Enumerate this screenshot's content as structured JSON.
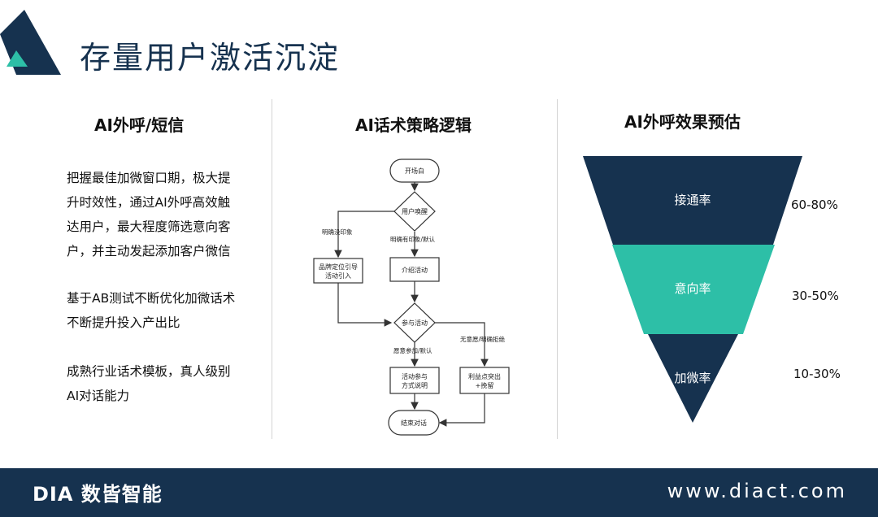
{
  "page_title": "存量用户激活沉淀",
  "left": {
    "title": "AI外呼/短信",
    "paragraphs": [
      [
        "把握最佳加微窗口期，极大提",
        "升时效性，通过AI外呼高效触",
        "达用户，最大程度筛选意向客",
        "户，并主动发起添加客户微信"
      ],
      [
        "基于AB测试不断优化加微话术",
        "不断提升投入产出比"
      ],
      [
        "成熟行业话术模板，真人级别",
        "AI对话能力"
      ]
    ]
  },
  "middle": {
    "title": "AI话术策略逻辑",
    "flowchart": {
      "start": "开场白",
      "decision1": "用户唤醒",
      "edge_left": "明确没印象",
      "edge_down": "明确有印象/默认",
      "brand_box": [
        "品牌定位引导",
        "活动引入"
      ],
      "intro_box": "介绍活动",
      "decision2": "参与活动",
      "edge_yes": "愿意参加/默认",
      "edge_no": "无意愿/明确拒绝",
      "activity_box": [
        "活动参与",
        "方式说明"
      ],
      "retain_box": [
        "利益点突出",
        "+挽留"
      ],
      "end": "结束对话"
    }
  },
  "right": {
    "title": "AI外呼效果预估",
    "funnel": [
      {
        "label": "接通率",
        "value": "60-80%",
        "color": "#16324f"
      },
      {
        "label": "意向率",
        "value": "30-50%",
        "color": "#2dbfa7"
      },
      {
        "label": "加微率",
        "value": "10-30%",
        "color": "#16324f"
      }
    ]
  },
  "footer": {
    "brand": "DIA 数皆智能",
    "website": "www.diact.com"
  },
  "colors": {
    "navy": "#16324f",
    "teal": "#2dbfa7"
  }
}
